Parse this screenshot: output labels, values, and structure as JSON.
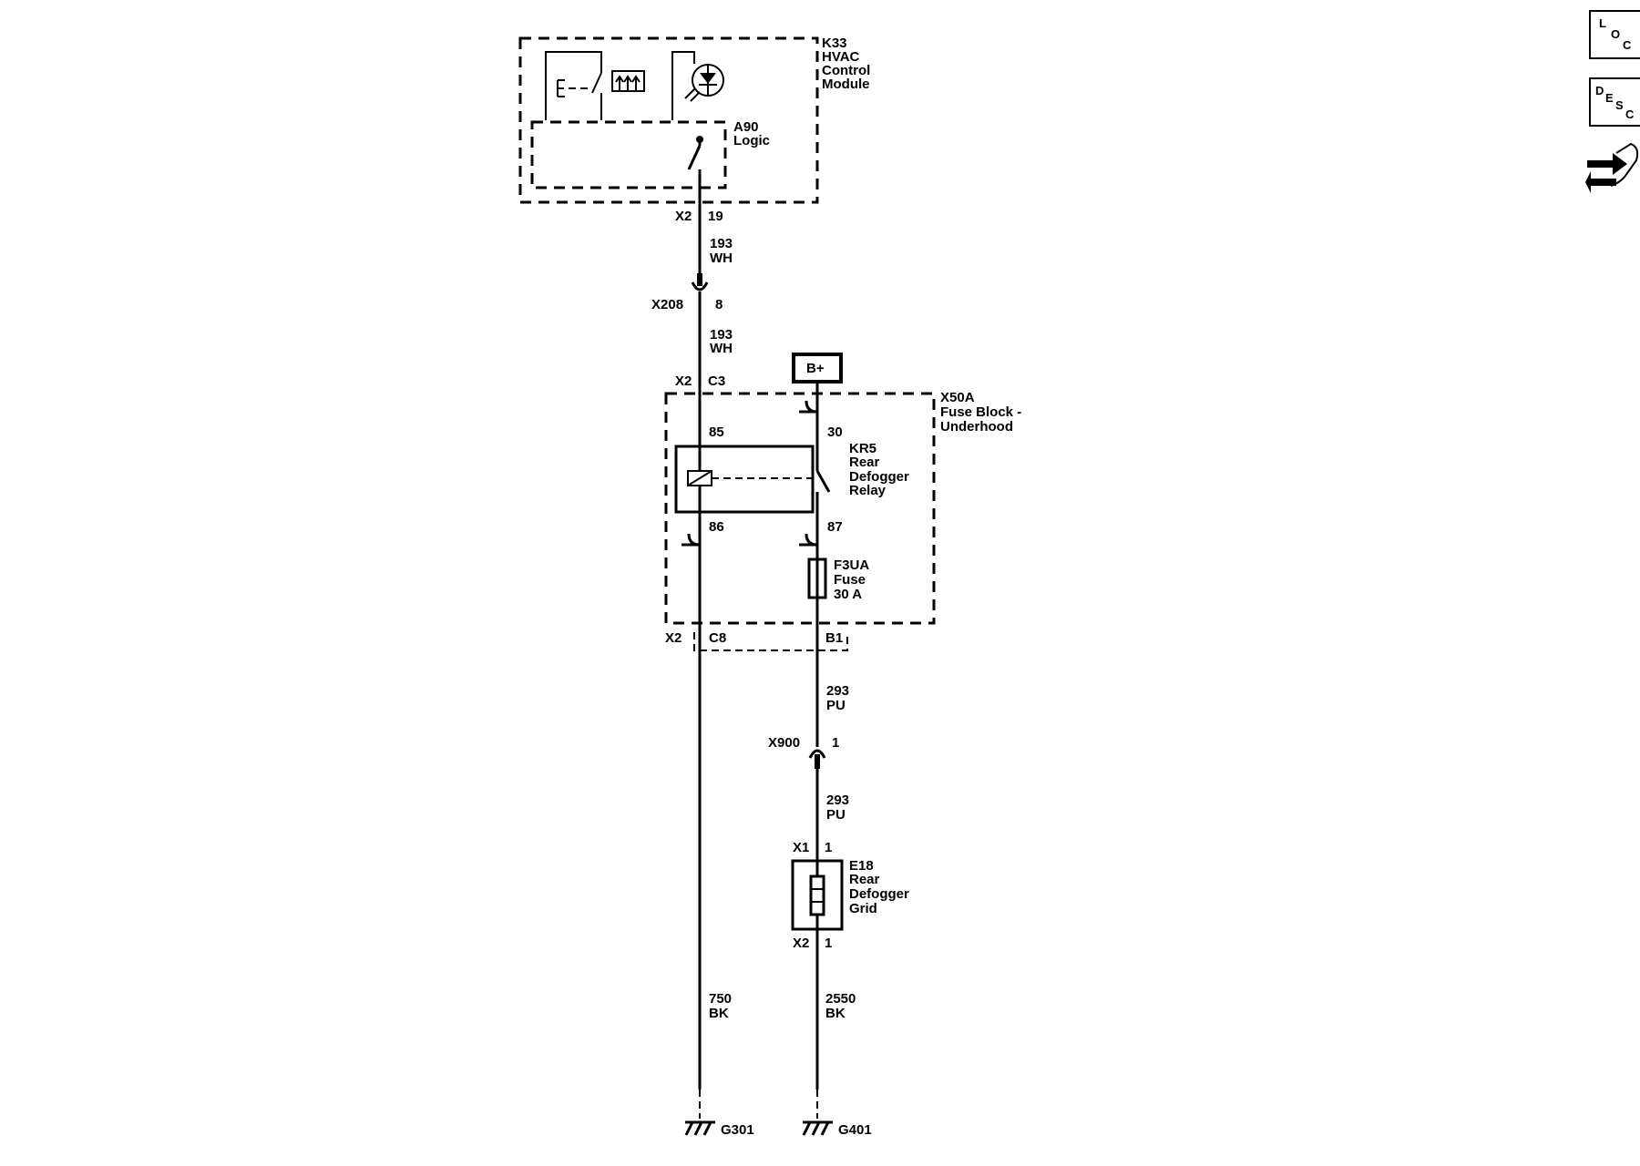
{
  "hvac_module": {
    "id": "K33",
    "line1": "HVAC",
    "line2": "Control",
    "line3": "Module"
  },
  "logic": {
    "id": "A90",
    "name": "Logic"
  },
  "conn_top": {
    "connector": "X2",
    "pin": "19"
  },
  "wire_193_a": {
    "circuit": "193",
    "color": "WH"
  },
  "inline_x208": {
    "connector": "X208",
    "pin": "8"
  },
  "wire_193_b": {
    "circuit": "193",
    "color": "WH"
  },
  "fuse_block_in": {
    "connector": "X2",
    "pin": "C3"
  },
  "battery": {
    "label": "B+"
  },
  "fuse_block": {
    "id": "X50A",
    "line1": "Fuse Block -",
    "line2": "Underhood"
  },
  "relay": {
    "id": "KR5",
    "line1": "Rear",
    "line2": "Defogger",
    "line3": "Relay",
    "pin85": "85",
    "pin86": "86",
    "pin30": "30",
    "pin87": "87"
  },
  "fuse": {
    "id": "F3UA",
    "name": "Fuse",
    "rating": "30 A"
  },
  "fuse_block_out": {
    "connector": "X2",
    "pin_left": "C8",
    "pin_right": "B1"
  },
  "wire_293_a": {
    "circuit": "293",
    "color": "PU"
  },
  "inline_x900": {
    "connector": "X900",
    "pin": "1"
  },
  "wire_293_b": {
    "circuit": "293",
    "color": "PU"
  },
  "grid_top": {
    "connector": "X1",
    "pin": "1"
  },
  "grid": {
    "id": "E18",
    "line1": "Rear",
    "line2": "Defogger",
    "line3": "Grid"
  },
  "grid_bottom": {
    "connector": "X2",
    "pin": "1"
  },
  "wire_750": {
    "circuit": "750",
    "color": "BK"
  },
  "wire_2550": {
    "circuit": "2550",
    "color": "BK"
  },
  "ground_left": {
    "id": "G301"
  },
  "ground_right": {
    "id": "G401"
  },
  "side_icons": {
    "loc": {
      "l1": "L",
      "l2": "O",
      "l3": "C"
    },
    "desc": {
      "l1": "D",
      "l2": "E",
      "l3": "S",
      "l4": "C"
    },
    "icons": [
      "location-icon",
      "description-icon",
      "connector-view-icon"
    ]
  }
}
